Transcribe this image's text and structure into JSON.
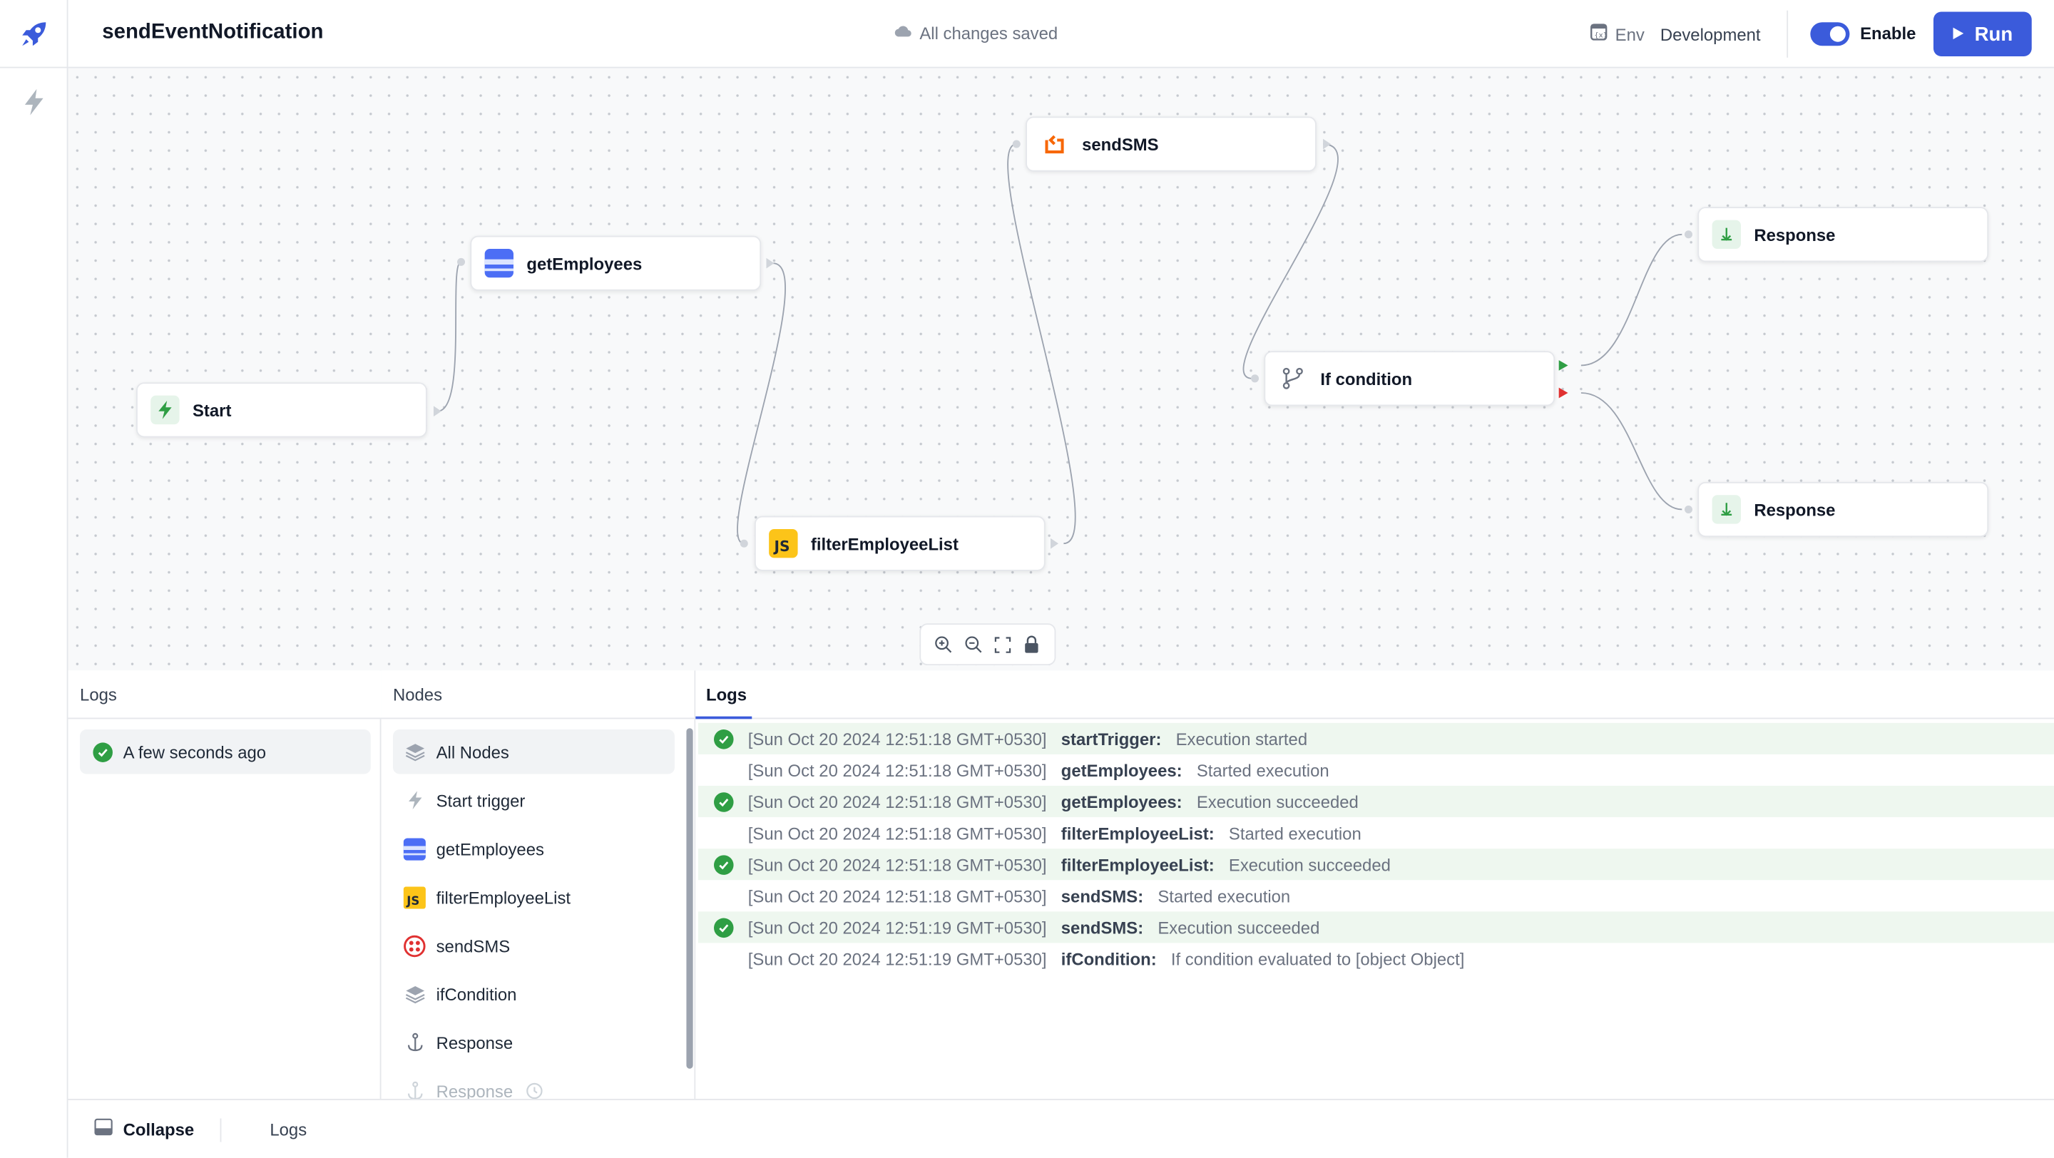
{
  "app": {
    "title": "sendEventNotification",
    "save_status": "All changes saved",
    "env_label": "Env",
    "env_value": "Development",
    "enable_label": "Enable",
    "enabled": true,
    "run_label": "Run",
    "accent_color": "#3b5bdb"
  },
  "canvas": {
    "nodes": [
      {
        "id": "start",
        "label": "Start",
        "icon": "bolt-icon"
      },
      {
        "id": "getEmployees",
        "label": "getEmployees",
        "icon": "database-icon"
      },
      {
        "id": "filterEmployeeList",
        "label": "filterEmployeeList",
        "icon": "js-icon"
      },
      {
        "id": "sendSMS",
        "label": "sendSMS",
        "icon": "loop-icon"
      },
      {
        "id": "ifCondition",
        "label": "If condition",
        "icon": "branch-icon"
      },
      {
        "id": "response1",
        "label": "Response",
        "icon": "anchor-icon"
      },
      {
        "id": "response2",
        "label": "Response",
        "icon": "anchor-icon"
      }
    ],
    "zoom_controls": [
      "zoom-in-icon",
      "zoom-out-icon",
      "fit-view-icon",
      "lock-icon"
    ]
  },
  "panels": {
    "runs_header": "Logs",
    "runs": [
      {
        "label": "A few seconds ago",
        "status": "success"
      }
    ],
    "nodes_header": "Nodes",
    "nodes": [
      {
        "label": "All Nodes",
        "icon": "layers-icon",
        "selected": true
      },
      {
        "label": "Start trigger",
        "icon": "bolt-icon"
      },
      {
        "label": "getEmployees",
        "icon": "database-icon"
      },
      {
        "label": "filterEmployeeList",
        "icon": "js-icon"
      },
      {
        "label": "sendSMS",
        "icon": "twilio-icon"
      },
      {
        "label": "ifCondition",
        "icon": "layers-icon"
      },
      {
        "label": "Response",
        "icon": "anchor-icon"
      },
      {
        "label": "Response",
        "icon": "anchor-icon",
        "pending": true
      }
    ],
    "logs_tab": "Logs",
    "logs": [
      {
        "ts": "[Sun Oct 20 2024 12:51:18 GMT+0530]",
        "node": "startTrigger:",
        "msg": "Execution started",
        "ok": true
      },
      {
        "ts": "[Sun Oct 20 2024 12:51:18 GMT+0530]",
        "node": "getEmployees:",
        "msg": "Started execution",
        "ok": false
      },
      {
        "ts": "[Sun Oct 20 2024 12:51:18 GMT+0530]",
        "node": "getEmployees:",
        "msg": "Execution succeeded",
        "ok": true
      },
      {
        "ts": "[Sun Oct 20 2024 12:51:18 GMT+0530]",
        "node": "filterEmployeeList:",
        "msg": "Started execution",
        "ok": false
      },
      {
        "ts": "[Sun Oct 20 2024 12:51:18 GMT+0530]",
        "node": "filterEmployeeList:",
        "msg": "Execution succeeded",
        "ok": true
      },
      {
        "ts": "[Sun Oct 20 2024 12:51:18 GMT+0530]",
        "node": "sendSMS:",
        "msg": "Started execution",
        "ok": false
      },
      {
        "ts": "[Sun Oct 20 2024 12:51:19 GMT+0530]",
        "node": "sendSMS:",
        "msg": "Execution succeeded",
        "ok": true
      },
      {
        "ts": "[Sun Oct 20 2024 12:51:19 GMT+0530]",
        "node": "ifCondition:",
        "msg": "If condition evaluated to [object Object]",
        "ok": false
      }
    ]
  },
  "footer": {
    "collapse_label": "Collapse",
    "logs_label": "Logs"
  }
}
